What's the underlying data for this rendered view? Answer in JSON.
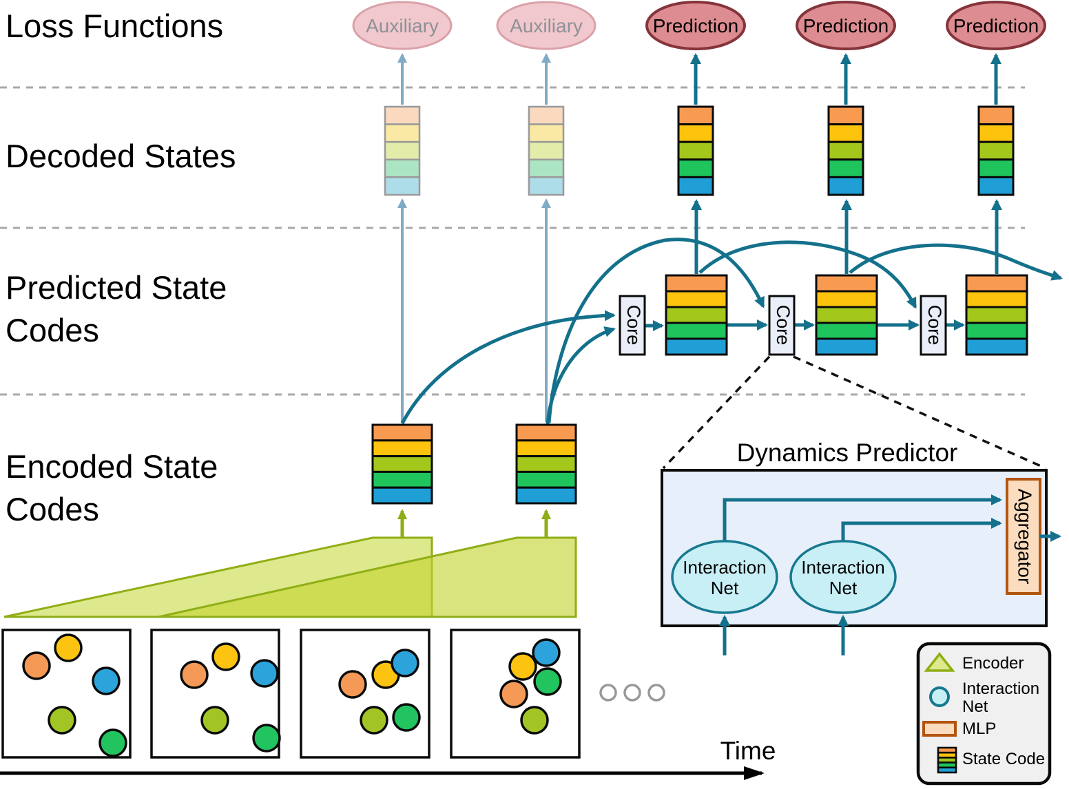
{
  "rows": {
    "loss_functions": "Loss Functions",
    "decoded_states": "Decoded States",
    "predicted_state_codes_line1": "Predicted State",
    "predicted_state_codes_line2": "Codes",
    "encoded_state_codes_line1": "Encoded State",
    "encoded_state_codes_line2": "Codes"
  },
  "loss_nodes": {
    "auxiliary": "Auxiliary",
    "prediction": "Prediction"
  },
  "core": {
    "label": "Core"
  },
  "dynamics_predictor": {
    "title": "Dynamics Predictor",
    "interaction_net_line1": "Interaction",
    "interaction_net_line2": "Net",
    "aggregator": "Aggregator"
  },
  "legend": {
    "encoder": "Encoder",
    "interaction_net_line1": "Interaction",
    "interaction_net_line2": "Net",
    "mlp": "MLP",
    "state_code": "State Code"
  },
  "time_label": "Time",
  "colors": {
    "arrow_teal": "#14718C",
    "arrow_faded": "#7FACC4",
    "encoder_olive": "#8FAE15",
    "encoder_fill": "#DDE98C",
    "state_code_palette": [
      "#F89B51",
      "#FEC40D",
      "#A4C71C",
      "#1FC45D",
      "#209FD6"
    ],
    "state_code_faded_palette": [
      "#FAD9BE",
      "#FAE9A4",
      "#E3ECA9",
      "#ACE5C3",
      "#ADDDE9"
    ],
    "prediction_fill": "#DD8C91",
    "prediction_stroke": "#86343B",
    "auxiliary_fill": "#F1C8CD",
    "auxiliary_stroke": "#D9A2A8",
    "auxiliary_text": "#8D9196",
    "core_fill": "#E9EEF8",
    "dynamics_box_fill": "#E7EFFB",
    "interaction_net_fill": "#C8EFF6",
    "interaction_net_stroke": "#17798F",
    "mlp_fill": "#FCDCBE",
    "mlp_stroke": "#B3540E",
    "legend_fill": "#F0F0F0",
    "separator_gray": "#A8A8A8"
  }
}
